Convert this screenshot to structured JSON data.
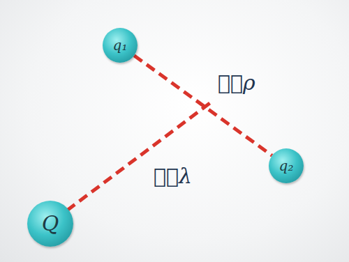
{
  "diagram": {
    "nodes": [
      {
        "text": [
          "q₁"
        ]
      },
      {
        "text": [
          "q₂"
        ]
      },
      {
        "text": [
          "Q"
        ]
      }
    ],
    "edges": [
      {
        "from": 0,
        "to": 1,
        "arrow": "none"
      }
    ],
    "labels": [
      "ℓ⃗ρ",
      "ℓ⃗λ"
    ]
  }
}
